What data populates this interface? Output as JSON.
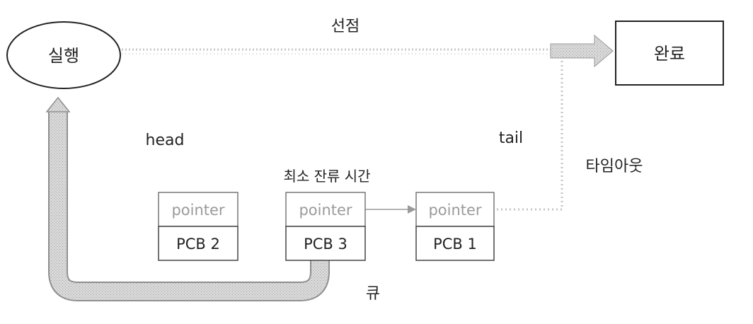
{
  "states": {
    "running": "실행",
    "done": "완료"
  },
  "labels": {
    "preemption": "선점",
    "timeout": "타임아웃",
    "head": "head",
    "tail": "tail",
    "shortest_remaining": "최소 잔류 시간",
    "queue": "큐"
  },
  "queue_nodes": [
    {
      "pointer": "pointer",
      "pcb": "PCB 2"
    },
    {
      "pointer": "pointer",
      "pcb": "PCB 3"
    },
    {
      "pointer": "pointer",
      "pcb": "PCB 1"
    }
  ],
  "colors": {
    "line": "#222222",
    "box_border": "#666666",
    "pointer_text": "#9a9a9a",
    "dotted_path": "#c4c4c4",
    "pipe_fill": "#d6d6d6",
    "pipe_edge": "#a8a8a8"
  }
}
